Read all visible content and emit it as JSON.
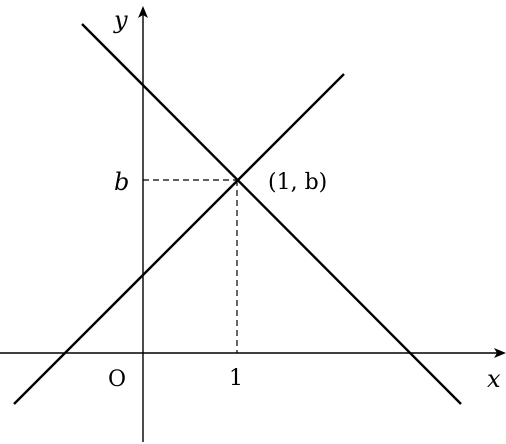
{
  "axes": {
    "x_label": "x",
    "y_label": "y",
    "origin_label": "O"
  },
  "ticks": {
    "x_tick_label": "1",
    "y_tick_label": "b"
  },
  "point": {
    "label": "(1, b)"
  }
}
